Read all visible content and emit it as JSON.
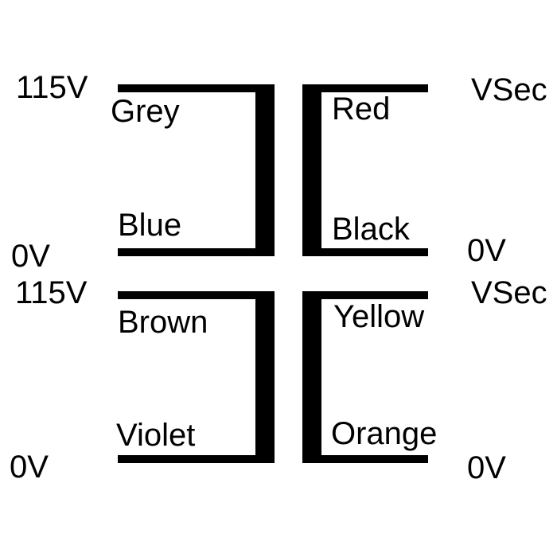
{
  "diagram": {
    "type": "transformer-wiring-diagram",
    "colors": {
      "ink": "#000000",
      "background": "#ffffff"
    },
    "windings": [
      {
        "id": "primary-top",
        "side": "left",
        "top_terminal": "115V",
        "top_wire": "Grey",
        "bottom_wire": "Blue",
        "bottom_terminal": "0V"
      },
      {
        "id": "secondary-top",
        "side": "right",
        "top_terminal": "VSec",
        "top_wire": "Red",
        "bottom_wire": "Black",
        "bottom_terminal": "0V"
      },
      {
        "id": "primary-bottom",
        "side": "left",
        "top_terminal": "115V",
        "top_wire": "Brown",
        "bottom_wire": "Violet",
        "bottom_terminal": "0V"
      },
      {
        "id": "secondary-bottom",
        "side": "right",
        "top_terminal": "VSec",
        "top_wire": "Yellow",
        "bottom_wire": "Orange",
        "bottom_terminal": "0V"
      }
    ]
  }
}
